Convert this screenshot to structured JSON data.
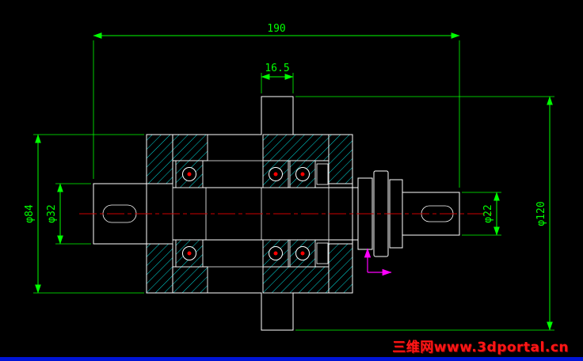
{
  "window": {
    "background": "#000000",
    "bottom_bar_color": "#0014d6"
  },
  "drawing": {
    "type": "section-view-shaft-bearing-housing",
    "colors": {
      "outline": "#ffffff",
      "hatch": "#00dcdc",
      "dimension": "#00ff00",
      "centerline": "#cc0000",
      "ucs_icon": "#ff00ff",
      "bearing_ball_dot": "#ff0000"
    },
    "dimensions": {
      "overall_length": "190",
      "flange_width": "16.5",
      "housing_diameter": "φ84",
      "left_shaft_diameter": "φ32",
      "right_shaft_diameter": "φ22",
      "flange_diameter": "φ120"
    }
  },
  "watermark": {
    "text": "三维网www.3dportal.cn",
    "color": "#ff1616"
  }
}
